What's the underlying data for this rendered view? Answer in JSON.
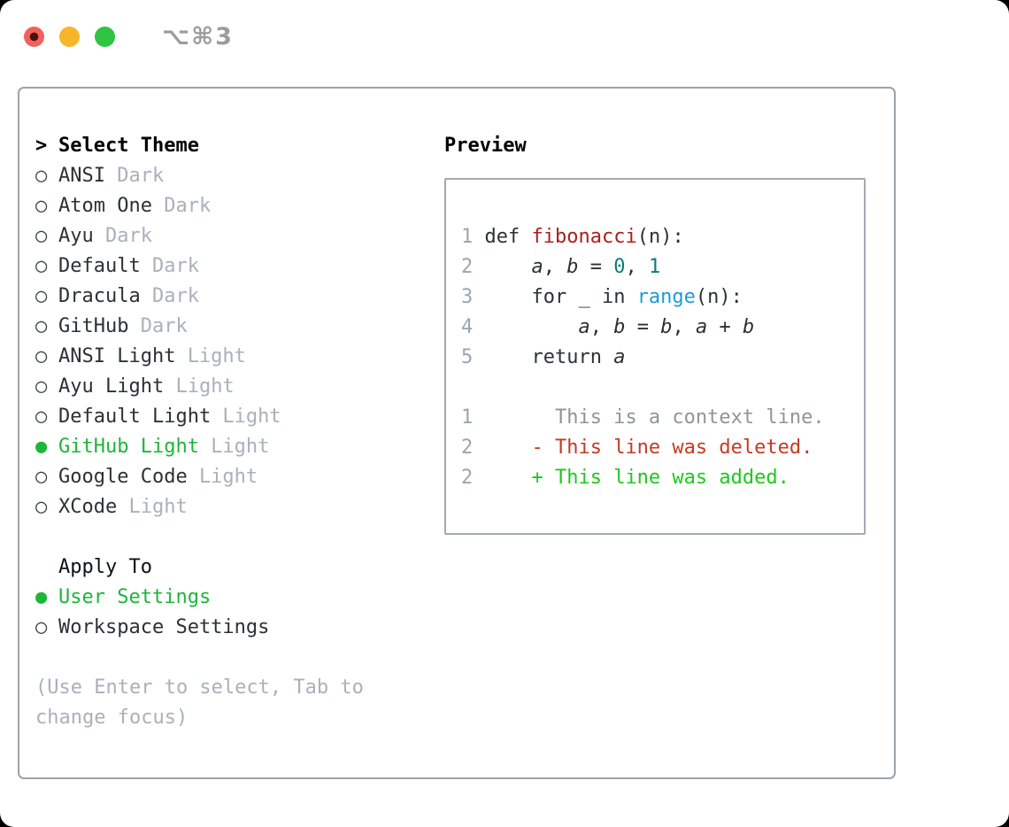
{
  "window": {
    "title": "⌥⌘3"
  },
  "icons": {
    "header_marker": ">",
    "radio_on": "●",
    "radio_off": "○",
    "close_icon": "traffic-light-red",
    "minimize_icon": "traffic-light-yellow",
    "zoom_icon": "traffic-light-green"
  },
  "theme_list": {
    "header": "Select Theme",
    "items": [
      {
        "name": "ANSI",
        "tag": "Dark",
        "selected": false
      },
      {
        "name": "Atom One",
        "tag": "Dark",
        "selected": false
      },
      {
        "name": "Ayu",
        "tag": "Dark",
        "selected": false
      },
      {
        "name": "Default",
        "tag": "Dark",
        "selected": false
      },
      {
        "name": "Dracula",
        "tag": "Dark",
        "selected": false
      },
      {
        "name": "GitHub",
        "tag": "Dark",
        "selected": false
      },
      {
        "name": "ANSI Light",
        "tag": "Light",
        "selected": false
      },
      {
        "name": "Ayu Light",
        "tag": "Light",
        "selected": false
      },
      {
        "name": "Default Light",
        "tag": "Light",
        "selected": false
      },
      {
        "name": "GitHub Light",
        "tag": "Light",
        "selected": true
      },
      {
        "name": "Google Code",
        "tag": "Light",
        "selected": false
      },
      {
        "name": "XCode",
        "tag": "Light",
        "selected": false
      }
    ]
  },
  "apply_to": {
    "header": "Apply To",
    "options": [
      {
        "name": "User Settings",
        "selected": true
      },
      {
        "name": "Workspace Settings",
        "selected": false
      }
    ]
  },
  "hint": "(Use Enter to select, Tab to change focus)",
  "preview": {
    "header": "Preview",
    "lines": [
      [
        {
          "t": "1 ",
          "c": "ln"
        },
        {
          "t": "def ",
          "c": "code"
        },
        {
          "t": "fibonacci",
          "c": "func"
        },
        {
          "t": "(n):",
          "c": "code"
        }
      ],
      [
        {
          "t": "2 ",
          "c": "ln"
        },
        {
          "t": "    ",
          "c": "code"
        },
        {
          "t": "a",
          "c": "var"
        },
        {
          "t": ", ",
          "c": "code"
        },
        {
          "t": "b",
          "c": "var"
        },
        {
          "t": " = ",
          "c": "code"
        },
        {
          "t": "0",
          "c": "num"
        },
        {
          "t": ", ",
          "c": "code"
        },
        {
          "t": "1",
          "c": "num"
        }
      ],
      [
        {
          "t": "3 ",
          "c": "ln"
        },
        {
          "t": "    for _ in ",
          "c": "code"
        },
        {
          "t": "range",
          "c": "builtin"
        },
        {
          "t": "(n):",
          "c": "code"
        }
      ],
      [
        {
          "t": "4 ",
          "c": "ln"
        },
        {
          "t": "        ",
          "c": "code"
        },
        {
          "t": "a",
          "c": "var"
        },
        {
          "t": ", ",
          "c": "code"
        },
        {
          "t": "b",
          "c": "var"
        },
        {
          "t": " = ",
          "c": "code"
        },
        {
          "t": "b",
          "c": "var"
        },
        {
          "t": ", ",
          "c": "code"
        },
        {
          "t": "a",
          "c": "var"
        },
        {
          "t": " + ",
          "c": "code"
        },
        {
          "t": "b",
          "c": "var"
        }
      ],
      [
        {
          "t": "5 ",
          "c": "ln"
        },
        {
          "t": "    return ",
          "c": "code"
        },
        {
          "t": "a",
          "c": "var"
        }
      ],
      [],
      [
        {
          "t": "1 ",
          "c": "ln"
        },
        {
          "t": "      This is a context line.",
          "c": "ctx"
        }
      ],
      [
        {
          "t": "2 ",
          "c": "ln"
        },
        {
          "t": "    - This line was deleted.",
          "c": "del"
        }
      ],
      [
        {
          "t": "2 ",
          "c": "ln"
        },
        {
          "t": "    + This line was added.",
          "c": "add"
        }
      ]
    ]
  },
  "colors": {
    "selection_green": "#1eb53a",
    "diff_added_green": "#1ec81e",
    "diff_deleted_red": "#c43a23",
    "function_red": "#a8201e",
    "number_teal": "#0a7d78",
    "builtin_blue": "#209ad6",
    "muted_gray": "#a9b1bb",
    "line_number_gray": "#9aa5b2",
    "context_gray": "#8d959d",
    "text_dark": "#2b3137",
    "panel_border": "#9ba3ad",
    "preview_border": "#a2aab2",
    "traffic_red": "#f2625a",
    "traffic_yellow": "#f8b52a",
    "traffic_green": "#2fc441",
    "title_gray": "#9b9b9b"
  }
}
